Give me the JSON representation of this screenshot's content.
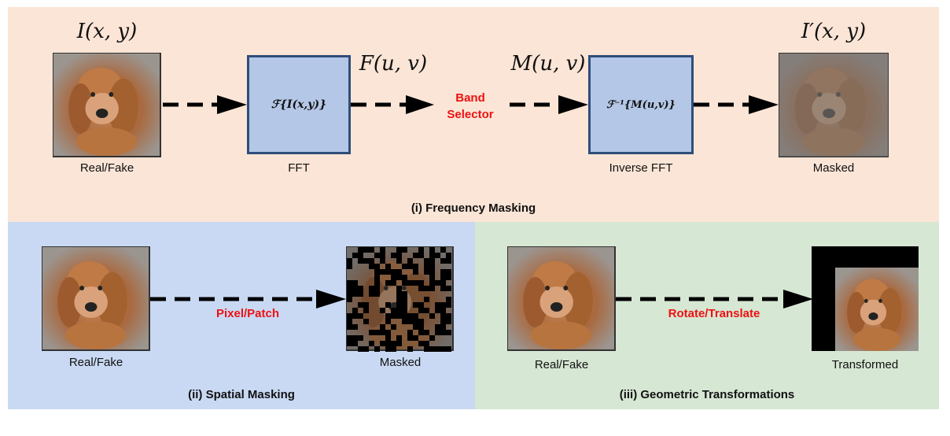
{
  "frequency_panel": {
    "title": "(i) Frequency Masking",
    "input_math": "I(x, y)",
    "input_label": "Real/Fake",
    "fft_label": "FFT",
    "fft_box_text": "ℱ{I(x,y)}",
    "fft_output_math": "F(u, v)",
    "band_selector_label": "Band\nSelector",
    "inverse_input_math": "M(u, v)",
    "inverse_box_text": "ℱ⁻¹{M(u,v)}",
    "inverse_label": "Inverse FFT",
    "output_math": "I′(x, y)",
    "output_label": "Masked"
  },
  "spatial_panel": {
    "title": "(ii) Spatial Masking",
    "input_label": "Real/Fake",
    "arrow_label": "Pixel/Patch",
    "output_label": "Masked"
  },
  "geometric_panel": {
    "title": "(iii) Geometric Transformations",
    "input_label": "Real/Fake",
    "arrow_label": "Rotate/Translate",
    "output_label": "Transformed"
  },
  "colors": {
    "frequency_bg": "#fbe5d6",
    "spatial_bg": "#c9d9f3",
    "geometric_bg": "#d6e7d3",
    "box_fill": "#b4c7e7",
    "box_border": "#2f4d7a",
    "accent_red": "#ee1111"
  }
}
